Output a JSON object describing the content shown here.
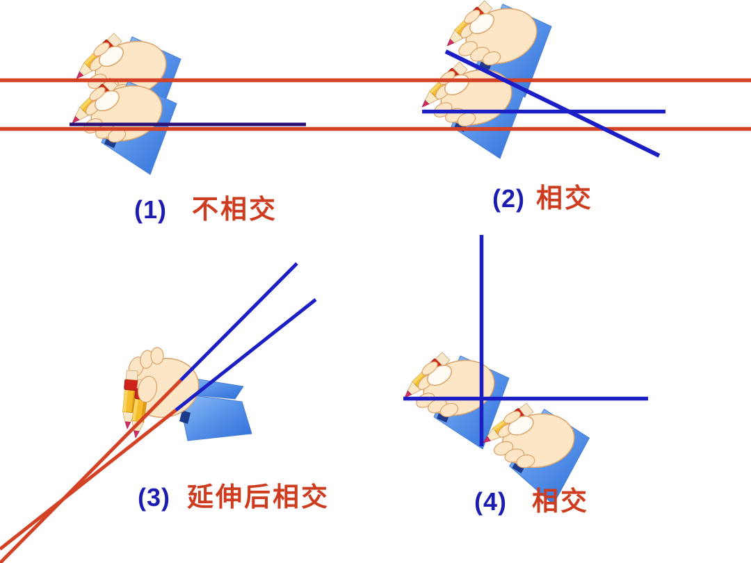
{
  "page": {
    "background": "#ffffff",
    "description": "Math teaching diagram: four cases of two straight lines drawn by hands holding pencils"
  },
  "panels": [
    {
      "number": "(1)",
      "caption": "不相交"
    },
    {
      "number": "(2)",
      "caption": "相交"
    },
    {
      "number": "(3)",
      "caption": "延伸后相交"
    },
    {
      "number": "(4)",
      "caption": "相交"
    }
  ],
  "colors": {
    "red_line": "#d34224",
    "blue_line": "#1b1ec4",
    "navy_line": "#2a1173",
    "number_color": "#1c1cb0",
    "caption_color": "#cd3c1e",
    "pencil_yellow": "#f5bd2c",
    "pencil_band_red": "#cc241a",
    "hand_skin": "#fde6c6",
    "sleeve_blue": "#4a86e0"
  },
  "icons": [
    "hand-with-pencil-illustration",
    "hand-with-two-pencils-illustration"
  ]
}
